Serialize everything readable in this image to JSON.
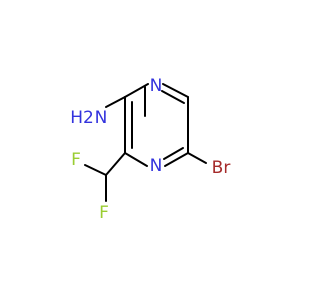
{
  "molecule": {
    "atoms": [
      {
        "id": "n_ring_top",
        "label": "N",
        "color": "#3333dd"
      },
      {
        "id": "n_ring_bottom",
        "label": "N",
        "color": "#3333dd"
      },
      {
        "id": "amino_h2",
        "label": "H2",
        "color": "#3333dd"
      },
      {
        "id": "amino_n",
        "label": "N",
        "color": "#3333dd"
      },
      {
        "id": "fluorine_top",
        "label": "F",
        "color": "#9acd32"
      },
      {
        "id": "fluorine_bottom",
        "label": "F",
        "color": "#9acd32"
      },
      {
        "id": "bromine",
        "label": "Br",
        "color": "#a52a2a"
      }
    ],
    "bond_color": "#000000"
  }
}
